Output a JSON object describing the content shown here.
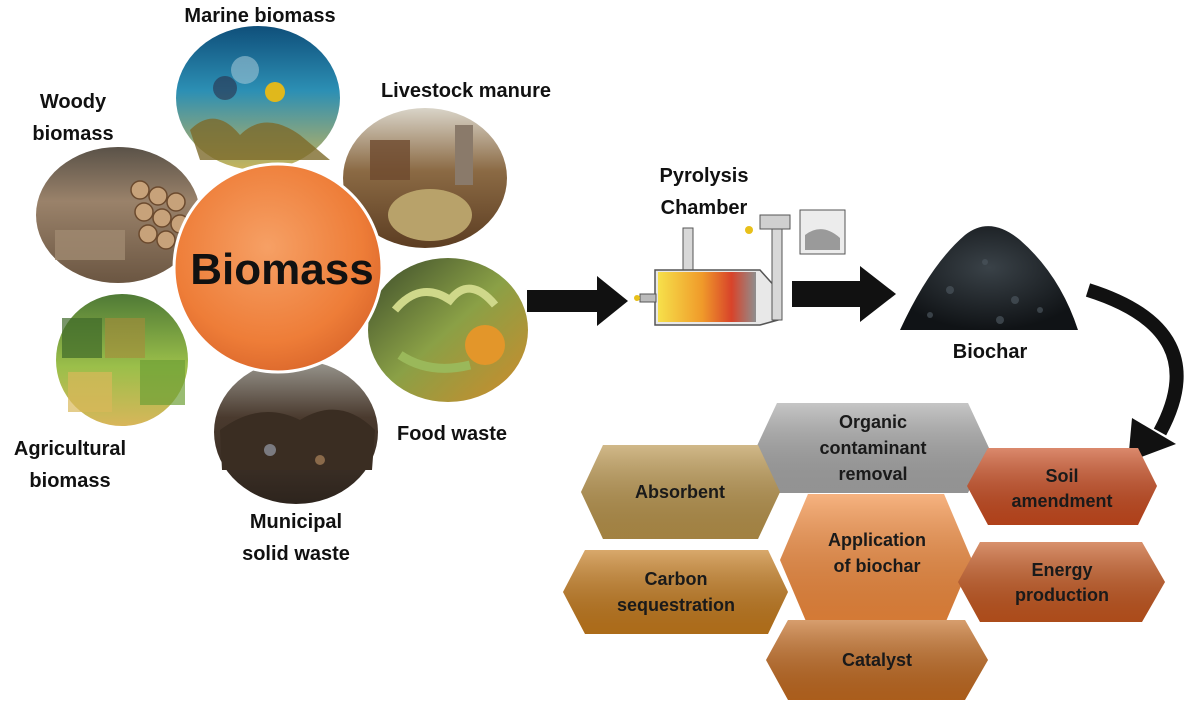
{
  "hub": {
    "label": "Biomass",
    "color": "#f0823a"
  },
  "sources": {
    "marine": {
      "line1": "Marine biomass"
    },
    "livestock": {
      "line1": "Livestock manure"
    },
    "woody": {
      "line1": "Woody",
      "line2": "biomass"
    },
    "food": {
      "line1": "Food waste"
    },
    "agricultural": {
      "line1": "Agricultural",
      "line2": "biomass"
    },
    "municipal": {
      "line1": "Municipal",
      "line2": "solid waste"
    }
  },
  "process": {
    "chamber_line1": "Pyrolysis",
    "chamber_line2": "Chamber",
    "product": "Biochar"
  },
  "applications": {
    "center": {
      "line1": "Application",
      "line2": "of biochar",
      "color": "#f28a3c"
    },
    "organic": {
      "line1": "Organic",
      "line2": "contaminant",
      "line3": "removal",
      "color": "#a7a7a7"
    },
    "absorbent": {
      "line1": "Absorbent",
      "color": "#b8934a"
    },
    "soil": {
      "line1": "Soil",
      "line2": "amendment",
      "color": "#c84a1e"
    },
    "carbon": {
      "line1": "Carbon",
      "line2": "sequestration",
      "color": "#c47a1c"
    },
    "energy": {
      "line1": "Energy",
      "line2": "production",
      "color": "#c4561e"
    },
    "catalyst": {
      "line1": "Catalyst",
      "color": "#c26a20"
    }
  },
  "icons": [
    "coral-reef-image",
    "manure-barn-image",
    "log-pile-image",
    "food-scraps-image",
    "crop-field-image",
    "landfill-image",
    "pyrolysis-chamber-diagram",
    "biochar-heap-image",
    "right-arrow-icon",
    "curved-arrow-icon"
  ]
}
